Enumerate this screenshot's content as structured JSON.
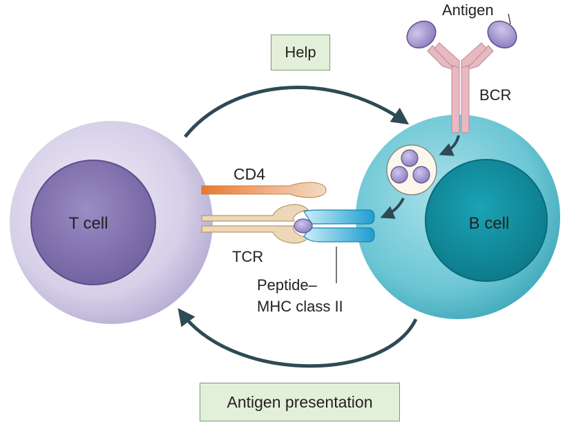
{
  "labels": {
    "help": "Help",
    "antigen_presentation": "Antigen presentation",
    "antigen": "Antigen",
    "bcr": "BCR",
    "cd4": "CD4",
    "tcr": "TCR",
    "peptide_line1": "Peptide–",
    "peptide_line2": "MHC class II",
    "t_cell": "T cell",
    "b_cell": "B cell"
  },
  "colors": {
    "t_cell_outer": "#c9c2e0",
    "t_cell_nucleus": "#7d6ea8",
    "b_cell_outer": "#5fc0cf",
    "b_cell_nucleus": "#0e8fa0",
    "bcr": "#e9b9c1",
    "antigen": "#a99ad0",
    "cd4": "#f08a3e",
    "tcr": "#e8d2b0",
    "mhc": "#2aa8d6",
    "arrow": "#2e4a55",
    "label_box": "#e3f0d9"
  }
}
